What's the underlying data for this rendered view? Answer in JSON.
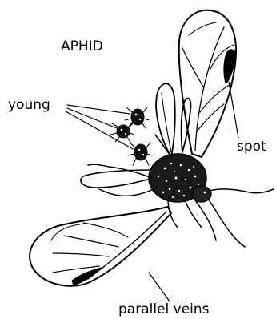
{
  "diagram": {
    "title": "APHID",
    "labels": {
      "young": "young",
      "spot": "spot",
      "veins": "parallel veins"
    }
  },
  "colors": {
    "ink": "#000000",
    "background": "#ffffff"
  }
}
